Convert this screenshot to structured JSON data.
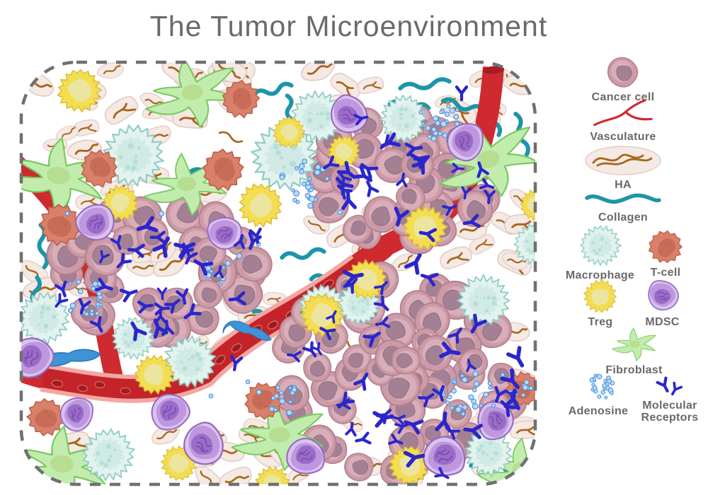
{
  "title": "The Tumor Microenvironment",
  "legend": {
    "items": [
      {
        "id": "cancer-cell",
        "label": "Cancer cell"
      },
      {
        "id": "vasculature",
        "label": "Vasculature"
      },
      {
        "id": "ha",
        "label": "HA"
      },
      {
        "id": "collagen",
        "label": "Collagen"
      },
      {
        "id": "macrophage",
        "label": "Macrophage"
      },
      {
        "id": "t-cell",
        "label": "T-cell"
      },
      {
        "id": "treg",
        "label": "Treg"
      },
      {
        "id": "mdsc",
        "label": "MDSC"
      },
      {
        "id": "fibroblast",
        "label": "Fibroblast"
      },
      {
        "id": "adenosine",
        "label": "Adenosine"
      },
      {
        "id": "molecular-receptors",
        "label": "Molecular Receptors"
      }
    ]
  },
  "colors": {
    "title_text": "#6a6a6a",
    "legend_text": "#696969",
    "border": "#707070",
    "cancer_body": "#cd9aa7",
    "cancer_rim": "#e3bfc6",
    "cancer_stroke": "#b2838f",
    "cancer_nucleus": "#a17e92",
    "cancer_nucleus_stroke": "#8f6e83",
    "vessel": "#ce2a2f",
    "vessel_dark": "#a81c22",
    "vessel_wall": "#f3a7a2",
    "vessel_lumen": "#c4232a",
    "rbc": "#9c1c20",
    "rbc_stroke": "#d8625a",
    "ha_fill": "#f5e9e4",
    "ha_stroke": "#e3cec7",
    "ha_strand": "#a8651c",
    "collagen": "#1d95a8",
    "mac_fill": "#e2f2ee",
    "mac_stroke": "#8fccc3",
    "mac_inner": "#bde2db",
    "tcell_fill": "#d8806a",
    "tcell_stroke": "#bd5f49",
    "tcell_inner": "#b95b45",
    "treg_fill": "#f3de52",
    "treg_stroke": "#ddbe35",
    "treg_inner": "#ebe6a8",
    "mdsc_light": "#d9c3ee",
    "mdsc_stroke": "#9466c2",
    "mdsc_body": "#b88fdb",
    "mdsc_nucleus": "#9a6cc8",
    "mdsc_scribble": "#6e3ca4",
    "fib_fill": "#c2ecae",
    "fib_stroke": "#77c95f",
    "fib_nucleus": "#b6dd90",
    "adeno_fill": "#b9dbf6",
    "adeno_stroke": "#4e94de",
    "receptor": "#2b26cb",
    "pericyte": "#3e92d8",
    "pericyte_stroke": "#2d76b6",
    "background": "#ffffff"
  }
}
